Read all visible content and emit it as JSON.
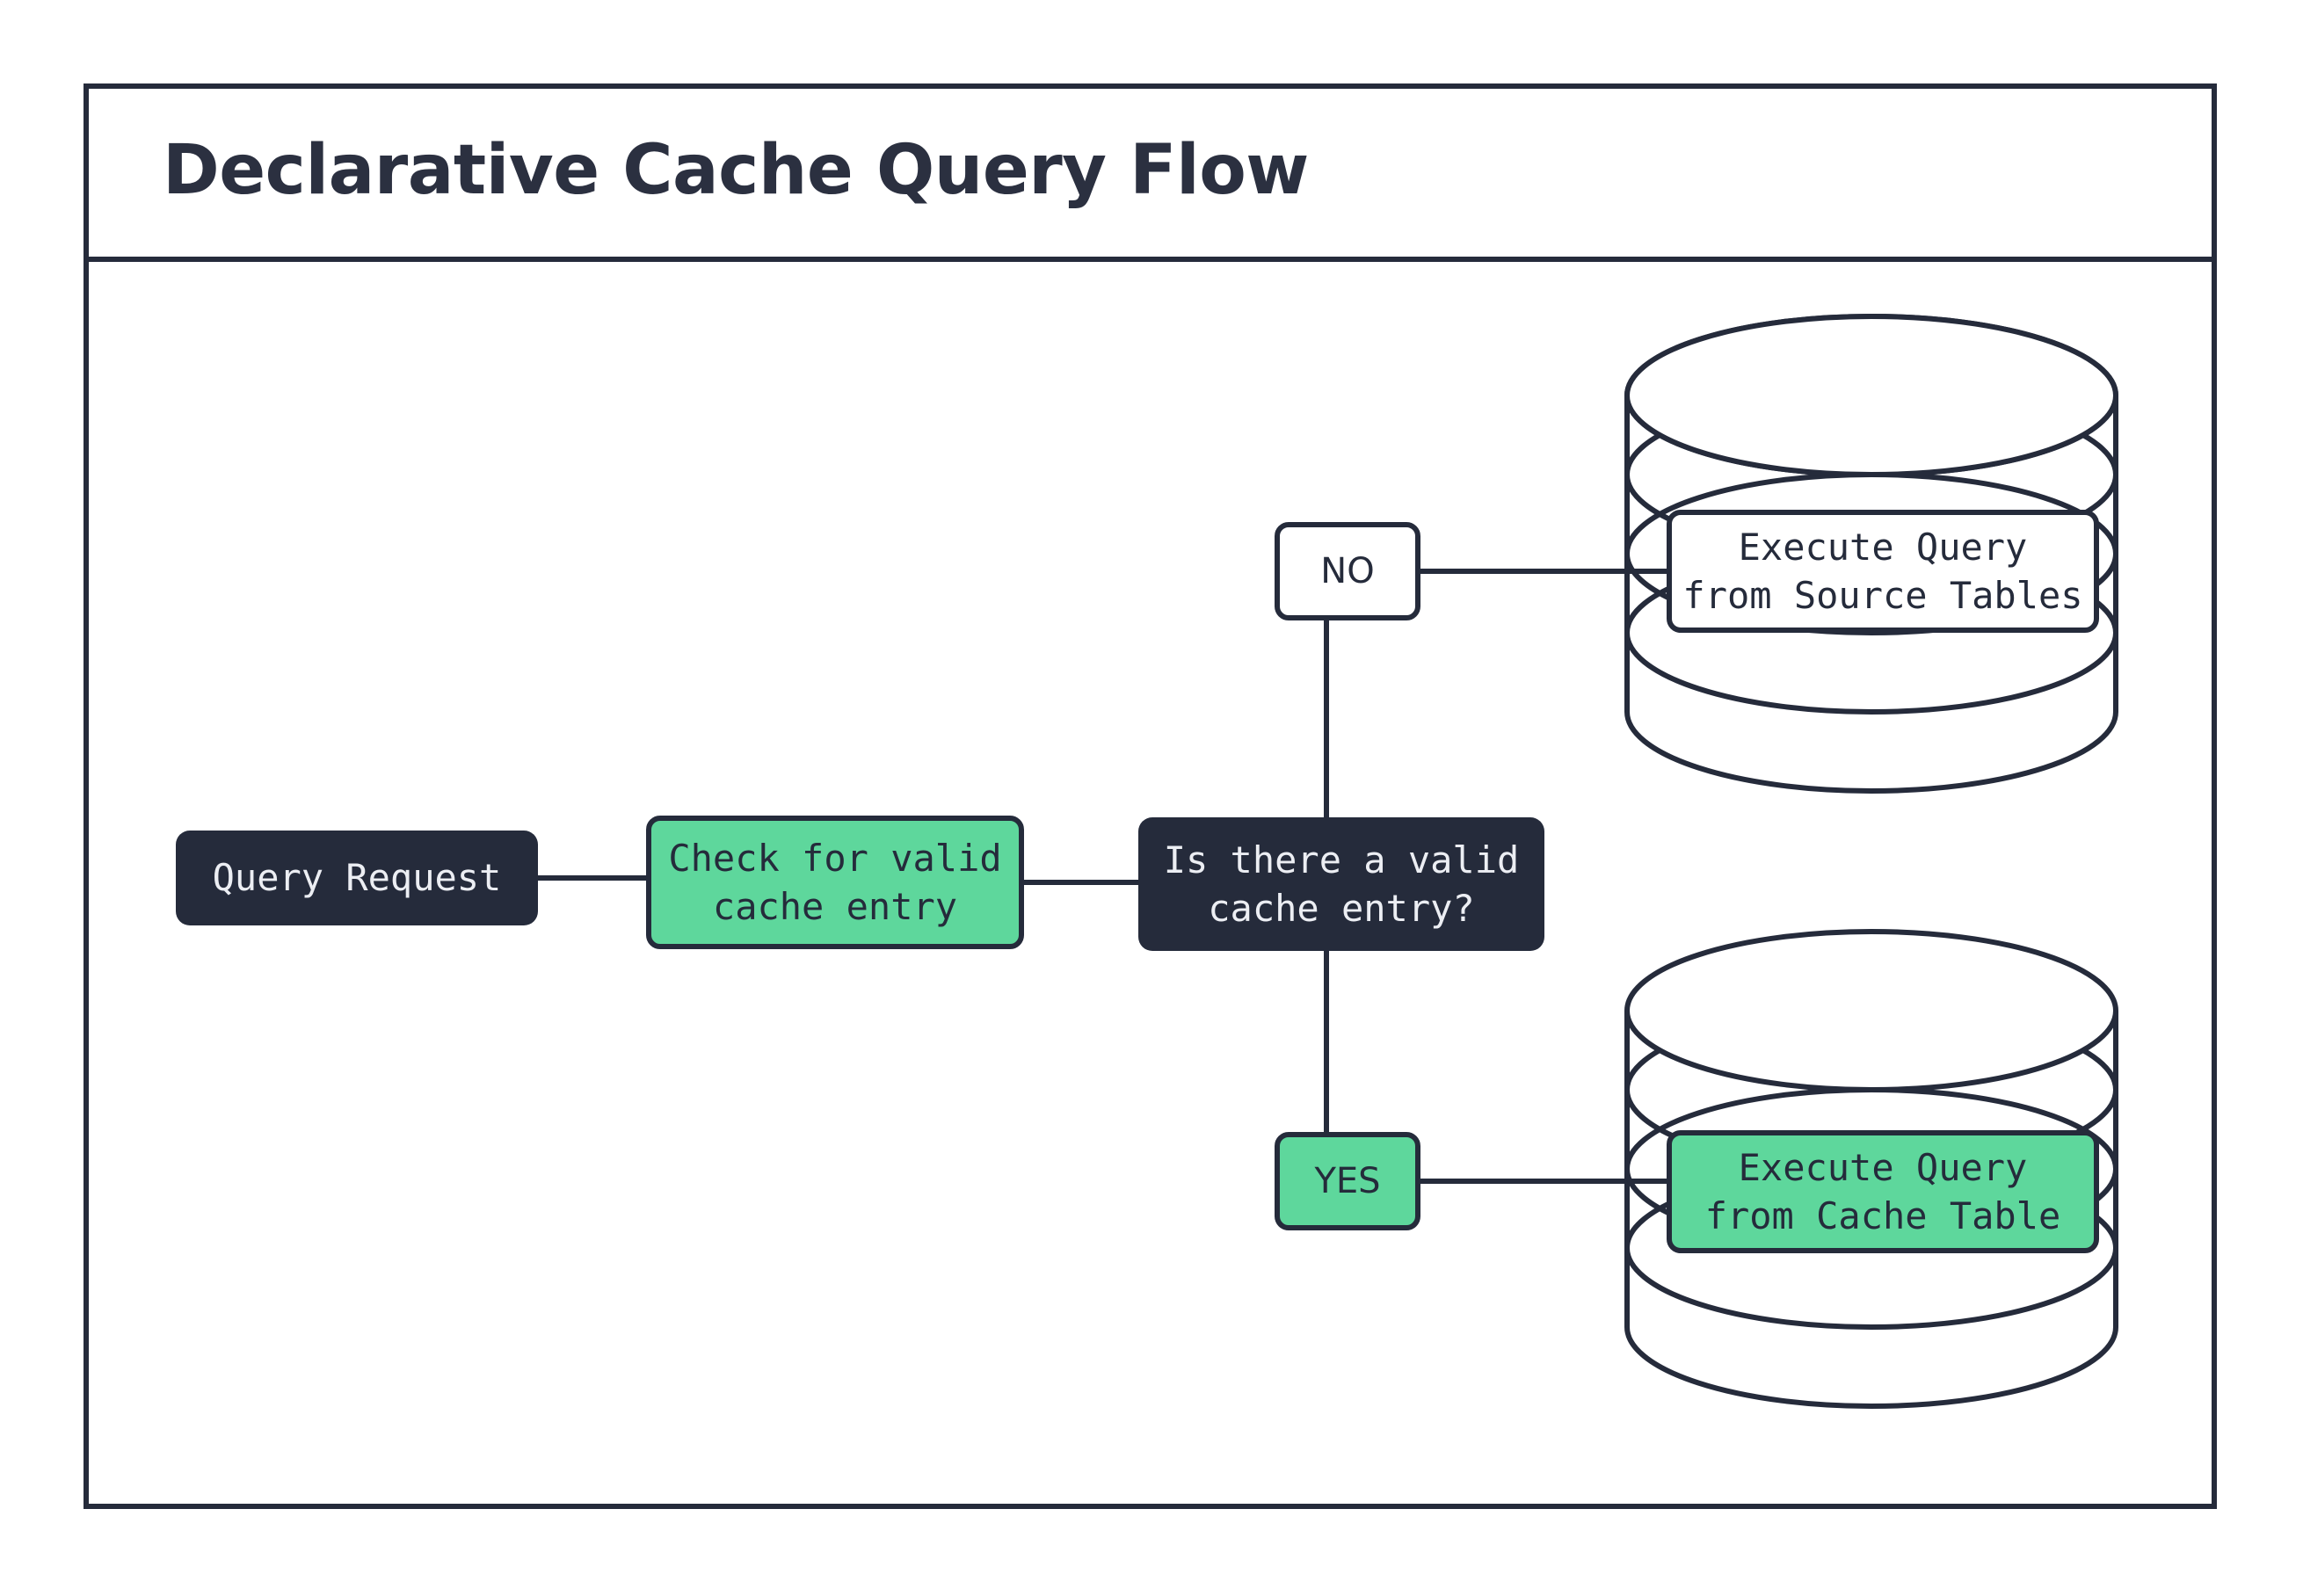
{
  "page": {
    "title": "Declarative Cache Query Flow",
    "background_color": "#ffffff",
    "frame_border_color": "#252b3b"
  },
  "theme": {
    "dark": "#252b3b",
    "green": "#5ed79c",
    "white": "#ffffff",
    "text_light": "#eceef3"
  },
  "diagram": {
    "type": "flowchart",
    "orientation": "left-to-right",
    "nodes": [
      {
        "id": "query-request",
        "label": "Query Request",
        "shape": "rounded-rect",
        "style": "dark"
      },
      {
        "id": "check-cache",
        "label": "Check for valid\ncache entry",
        "shape": "rounded-rect",
        "style": "green"
      },
      {
        "id": "decision",
        "label": "Is there a valid\ncache entry?",
        "shape": "rounded-rect",
        "style": "dark"
      },
      {
        "id": "exec-source",
        "label": "Execute Query\nfrom Source Tables",
        "shape": "database-cylinder",
        "style": "white"
      },
      {
        "id": "exec-cache",
        "label": "Execute Query\nfrom Cache Table",
        "shape": "database-cylinder",
        "style": "green"
      }
    ],
    "edges": [
      {
        "from": "query-request",
        "to": "check-cache",
        "label": ""
      },
      {
        "from": "check-cache",
        "to": "decision",
        "label": ""
      },
      {
        "from": "decision",
        "to": "exec-source",
        "label": "NO"
      },
      {
        "from": "decision",
        "to": "exec-cache",
        "label": "YES"
      }
    ],
    "edge_labels": {
      "no": "NO",
      "yes": "YES"
    }
  }
}
